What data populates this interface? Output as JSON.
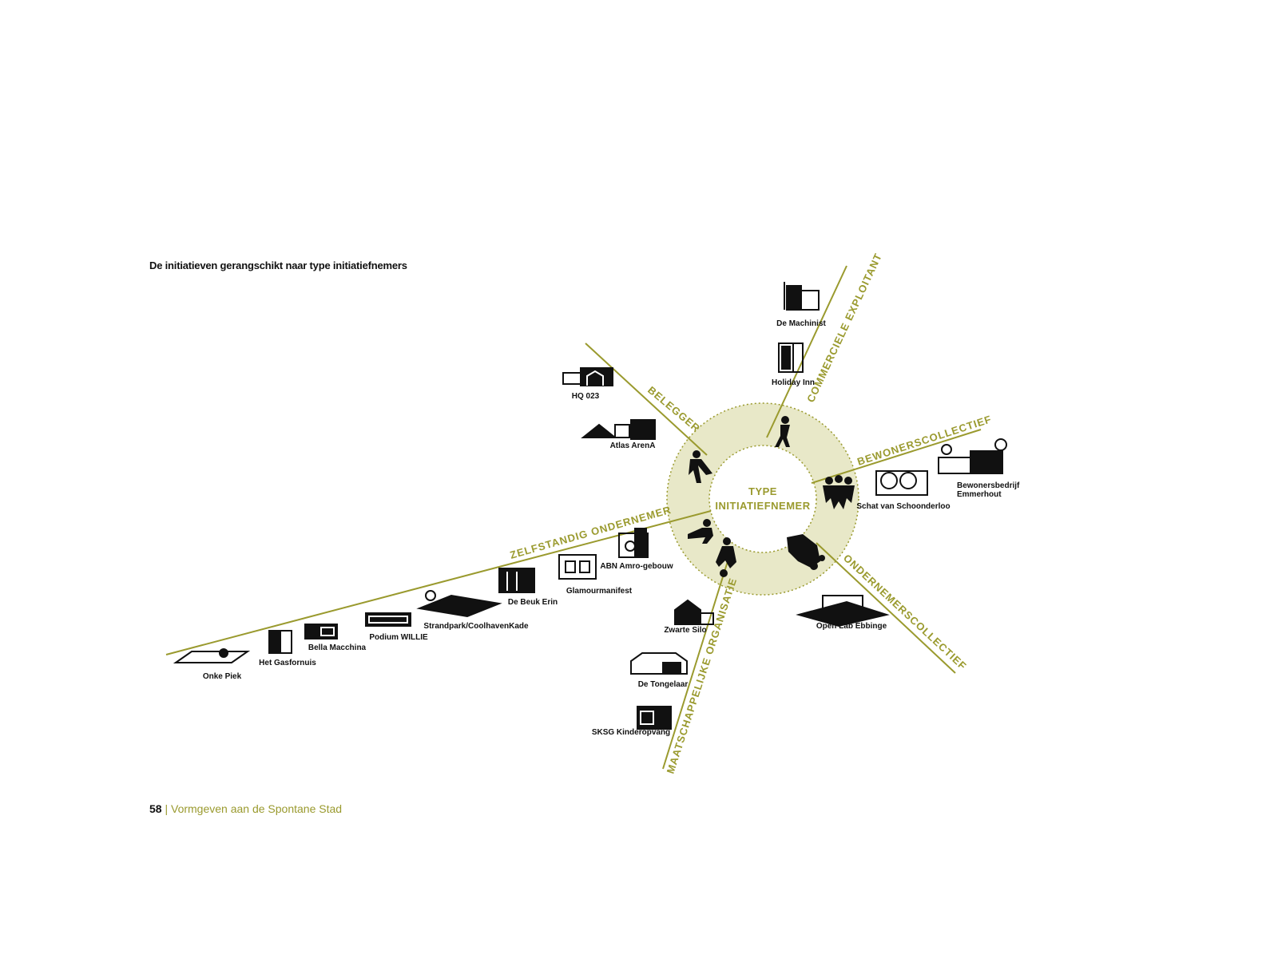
{
  "caption": "De initiatieven gerangschikt naar type initiatiefnemers",
  "footer": {
    "page_number": "58",
    "separator": "|",
    "title": "Vormgeven aan de Spontane Stad"
  },
  "colors": {
    "accent": "#9a9a2e",
    "ring": "#e8e8c8",
    "ink": "#111111"
  },
  "center": {
    "line1": "TYPE",
    "line2": "INITIATIEFNEMER"
  },
  "axes": [
    {
      "id": "commerciele-exploitant",
      "label": "COMMERCIELE EXPLOITANT"
    },
    {
      "id": "belegger",
      "label": "BELEGGER"
    },
    {
      "id": "bewonerscollectief",
      "label": "BEWONERSCOLLECTIEF"
    },
    {
      "id": "zelfstandig-ondernemer",
      "label": "ZELFSTANDIG ONDERNEMER"
    },
    {
      "id": "ondernemerscollectief",
      "label": "ONDERNEMERSCOLLECTIEF"
    },
    {
      "id": "maatschappelijke-organisatie",
      "label": "MAATSCHAPPELIJKE ORGANISATIE"
    }
  ],
  "items": [
    {
      "label": "De Machinist",
      "icon": "factory-icon"
    },
    {
      "label": "Holiday Inn",
      "icon": "hotel-icon"
    },
    {
      "label": "HQ 023",
      "icon": "office-icon"
    },
    {
      "label": "Atlas ArenA",
      "icon": "arena-icon"
    },
    {
      "label": "Schat van Schoonderloo",
      "icon": "greenhouse-icon"
    },
    {
      "label": "Bewonersbedrijf",
      "label2": "Emmerhout",
      "icon": "community-icon"
    },
    {
      "label": "ABN Amro-gebouw",
      "icon": "bank-icon"
    },
    {
      "label": "Glamourmanifest",
      "icon": "store-icon"
    },
    {
      "label": "De Beuk  Erin",
      "icon": "building-icon"
    },
    {
      "label": "Strandpark/CoolhavenKade",
      "icon": "park-icon"
    },
    {
      "label": "Podium WILLIE",
      "icon": "stage-icon"
    },
    {
      "label": "Bella Macchina",
      "icon": "workshop-icon"
    },
    {
      "label": "Het Gasfornuis",
      "icon": "cube-icon"
    },
    {
      "label": "Onke Piek",
      "icon": "garden-icon"
    },
    {
      "label": "Open Lab Ebbinge",
      "icon": "lab-icon"
    },
    {
      "label": "Zwarte Silo",
      "icon": "silo-icon"
    },
    {
      "label": "De Tongelaar",
      "icon": "farm-icon"
    },
    {
      "label": "SKSG Kinderopvang",
      "icon": "daycare-icon"
    }
  ]
}
